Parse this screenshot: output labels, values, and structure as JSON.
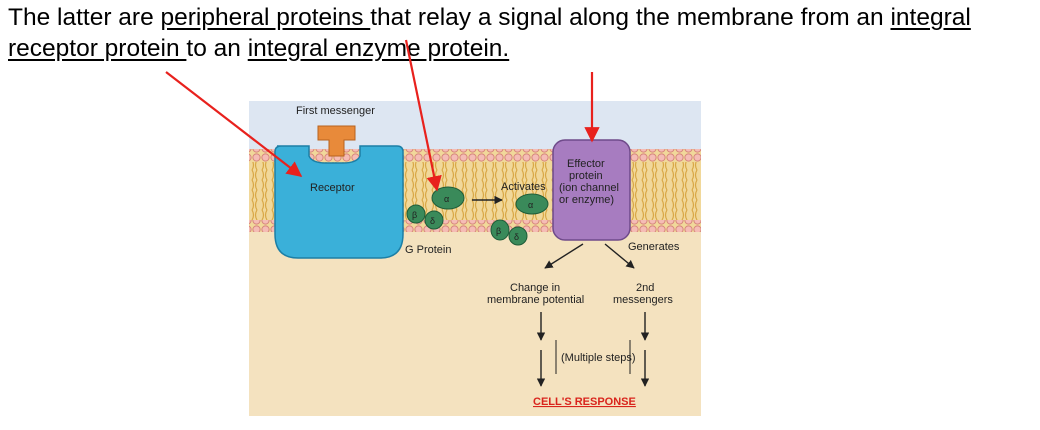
{
  "caption": {
    "part1": "The latter are ",
    "term1": "peripheral proteins ",
    "part2": "that relay a signal along the membrane from an ",
    "term2": "integral receptor protein ",
    "part3": "to an ",
    "term3": "integral enzyme protein."
  },
  "diagram": {
    "first_messenger": "First messenger",
    "receptor": "Receptor",
    "g_protein": "G Protein",
    "activates": "Activates",
    "effector_line1": "Effector",
    "effector_line2": "protein",
    "effector_line3": "(ion channel",
    "effector_line4": "or enzyme)",
    "generates": "Generates",
    "change_line1": "Change in",
    "change_line2": "membrane potential",
    "second_line1": "2nd",
    "second_line2": "messengers",
    "multiple_steps": "(Multiple steps)",
    "cells_response": "CELL'S RESPONSE",
    "alpha": "α",
    "beta": "β",
    "gamma": "δ"
  },
  "colors": {
    "annotation_arrow": "#e8211d",
    "extracellular": "#dde6f2",
    "cytoplasm": "#f4e2bf",
    "membrane_head": "#f2a9a2",
    "membrane_tail": "#d9a845",
    "receptor": "#3ab0d9",
    "first_messenger": "#e88a3a",
    "g_protein": "#3a8a5a",
    "effector": "#a77cc0",
    "response_text": "#d9241c"
  }
}
